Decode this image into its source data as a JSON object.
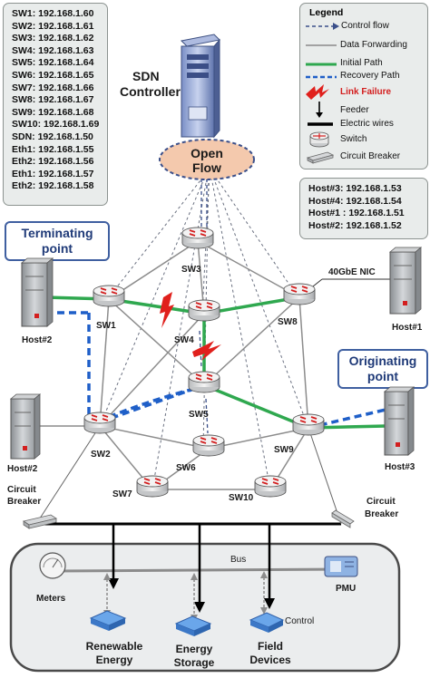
{
  "sw_ip_list": [
    "SW1: 192.168.1.60",
    "SW2: 192.168.1.61",
    "SW3: 192.168.1.62",
    "SW4: 192.168.1.63",
    "SW5: 192.168.1.64",
    "SW6: 192.168.1.65",
    "SW7: 192.168.1.66",
    "SW8: 192.168.1.67",
    "SW9: 192.168.1.68",
    "SW10: 192.168.1.69",
    "SDN: 192.168.1.50",
    "Eth1: 192.168.1.55",
    "Eth2: 192.168.1.56",
    "Eth1: 192.168.1.57",
    "Eth2: 192.168.1.58"
  ],
  "host_ip_list": [
    "Host#3: 192.168.1.53",
    "Host#4: 192.168.1.54",
    "Host#1 : 192.168.1.51",
    "Host#2: 192.168.1.52"
  ],
  "legend": {
    "title": "Legend",
    "control_flow": "Control flow",
    "data_forwarding": "Data Forwarding",
    "initial_path": "Initial Path",
    "recovery_path": "Recovery Path",
    "link_failure": "Link Failure",
    "feeder": "Feeder",
    "electric_wires": "Electric wires",
    "switch": "Switch",
    "circuit_breaker": "Circuit Breaker"
  },
  "controller": {
    "line1": "SDN",
    "line2": "Controller"
  },
  "openflow": {
    "line1": "Open",
    "line2": "Flow"
  },
  "terminating": {
    "line1": "Terminating",
    "line2": "point"
  },
  "originating": {
    "line1": "Originating",
    "line2": "point"
  },
  "nic_label": "40GbE NIC",
  "switches": {
    "sw1": "SW1",
    "sw2": "SW2",
    "sw3": "SW3",
    "sw4": "SW4",
    "sw5": "SW5",
    "sw6": "SW6",
    "sw7": "SW7",
    "sw8": "SW8",
    "sw9": "SW9",
    "sw10": "SW10"
  },
  "hosts": {
    "host1": "Host#1",
    "host2_top": "Host#2",
    "host2_bottom": "Host#2",
    "host3": "Host#3"
  },
  "breakers": {
    "left_line1": "Circuit",
    "left_line2": "Breaker",
    "right_line1": "Circuit",
    "right_line2": "Breaker"
  },
  "bus": {
    "bus": "Bus",
    "meters": "Meters",
    "pmu": "PMU",
    "control": "Control"
  },
  "devices": {
    "renewable_line1": "Renewable",
    "renewable_line2": "Energy",
    "storage_line1": "Energy",
    "storage_line2": "Storage",
    "field_line1": "Field",
    "field_line2": "Devices"
  },
  "colors": {
    "initial_path": "#2fa84f",
    "recovery_path": "#1f5fc8",
    "control_flow": "#3a4f8a",
    "link_failure": "#e0201c",
    "callout_border": "#3f5fa0",
    "openflow_fill": "#f4c9ad"
  }
}
